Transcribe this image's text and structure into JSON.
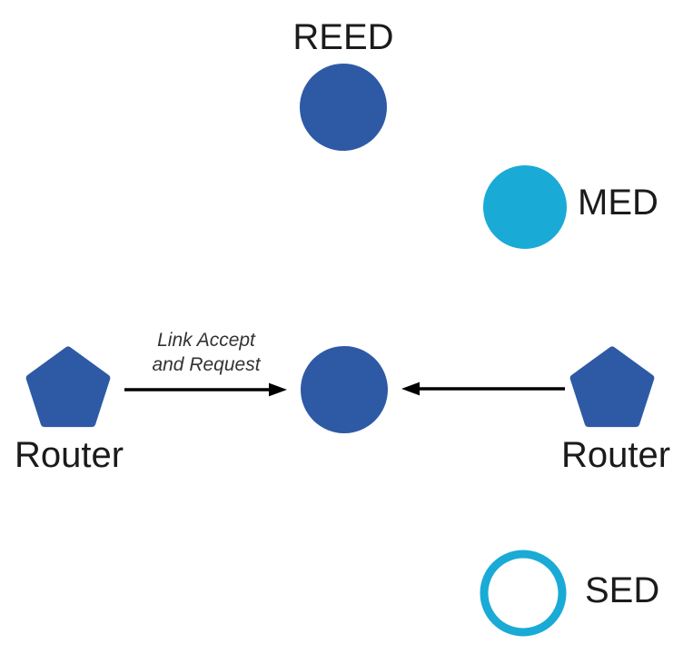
{
  "diagram": {
    "type": "network-topology",
    "nodes": {
      "reed": {
        "label": "REED",
        "shape": "circle-filled"
      },
      "med": {
        "label": "MED",
        "shape": "circle-filled"
      },
      "sed": {
        "label": "SED",
        "shape": "circle-outline"
      },
      "parent": {
        "label": "",
        "shape": "circle-filled"
      },
      "router_left": {
        "label": "Router",
        "shape": "pentagon"
      },
      "router_right": {
        "label": "Router",
        "shape": "pentagon"
      }
    },
    "edges": {
      "left_arrow": {
        "from": "router_left",
        "to": "parent",
        "label_line1": "Link Accept",
        "label_line2": "and Request"
      },
      "right_arrow": {
        "from": "router_right",
        "to": "parent",
        "label_line1": "",
        "label_line2": ""
      }
    },
    "colors": {
      "node_blue": "#2E5AA5",
      "node_cyan": "#1AAAD6",
      "arrow_black": "#000000",
      "label_text": "#1b1b1b",
      "edge_label_text": "#333333",
      "background": "#ffffff"
    }
  }
}
